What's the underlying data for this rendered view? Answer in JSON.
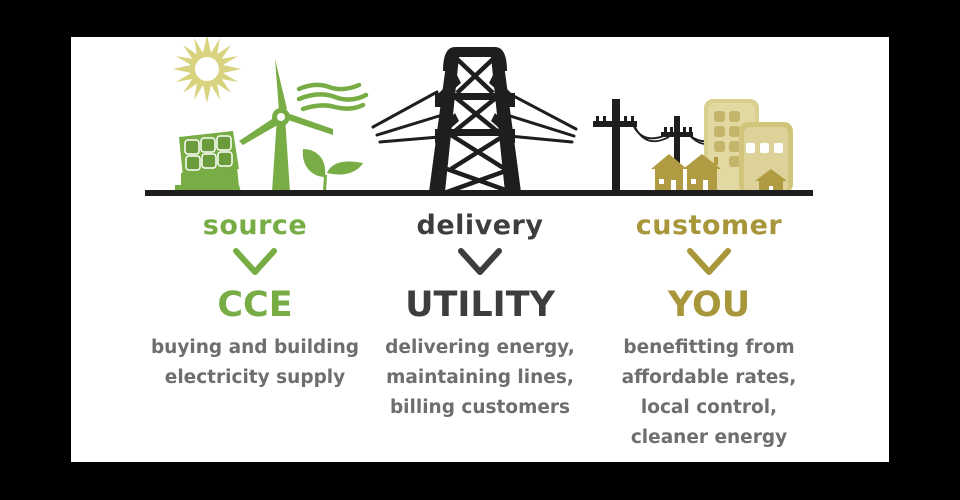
{
  "colors": {
    "background": "#000000",
    "panel": "#ffffff",
    "source_green": "#77ad44",
    "delivery_dark": "#3d3d3d",
    "customer_gold": "#a8963b",
    "sun_yellow": "#d8d37e",
    "building_light": "#d9cf8f",
    "building_dark": "#b09a42",
    "description_gray": "#6e6e6e",
    "ground_line": "#1e1e1e"
  },
  "illustration": {
    "source_icons": [
      "sun-icon",
      "solar-panel-icon",
      "wind-turbine-icon",
      "wind-lines-icon",
      "sprout-icon"
    ],
    "delivery_icons": [
      "transmission-tower-icon",
      "power-line-rays-icon"
    ],
    "customer_icons": [
      "utility-pole-icon",
      "house-icon",
      "office-building-icon"
    ]
  },
  "columns": [
    {
      "category": "source",
      "entity": "CCE",
      "description": [
        "buying and building",
        "electricity supply"
      ]
    },
    {
      "category": "delivery",
      "entity": "UTILITY",
      "description": [
        "delivering energy,",
        "maintaining lines,",
        "billing customers"
      ]
    },
    {
      "category": "customer",
      "entity": "YOU",
      "description": [
        "benefitting from",
        "affordable rates,",
        "local control,",
        "cleaner energy"
      ]
    }
  ]
}
